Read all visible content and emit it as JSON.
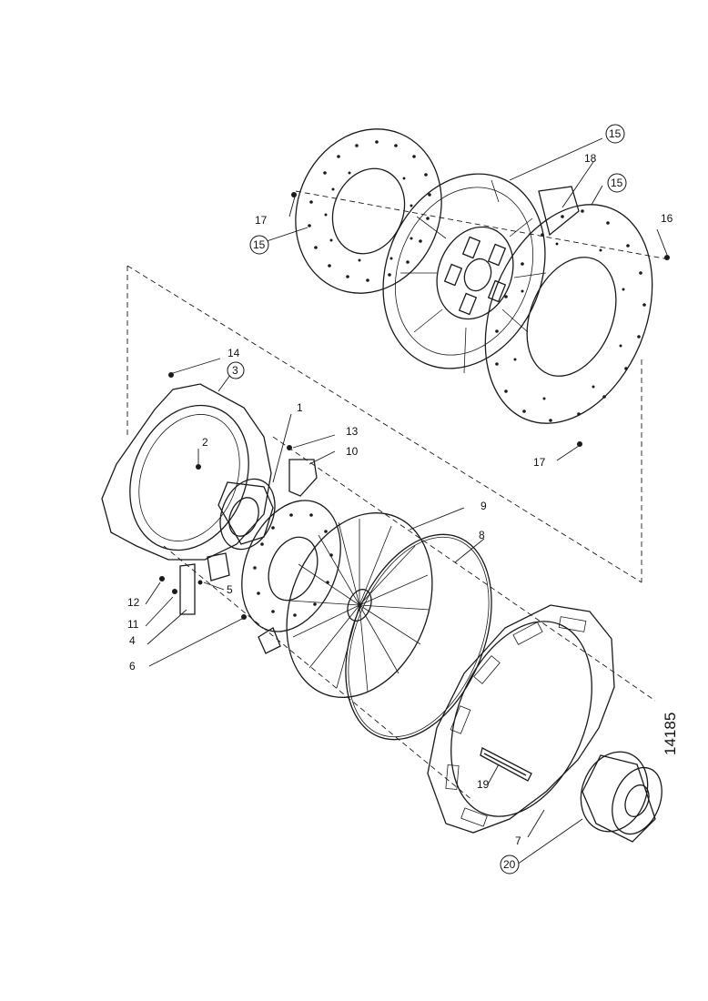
{
  "diagram": {
    "reference_number": "14185",
    "callouts": [
      "1",
      "2",
      "3",
      "4",
      "5",
      "6",
      "7",
      "8",
      "9",
      "10",
      "11",
      "12",
      "13",
      "14",
      "15",
      "15",
      "15",
      "16",
      "17",
      "17",
      "18",
      "19",
      "20"
    ]
  },
  "colors": {
    "ink": "#1a1a1a",
    "paper": "#ffffff"
  }
}
